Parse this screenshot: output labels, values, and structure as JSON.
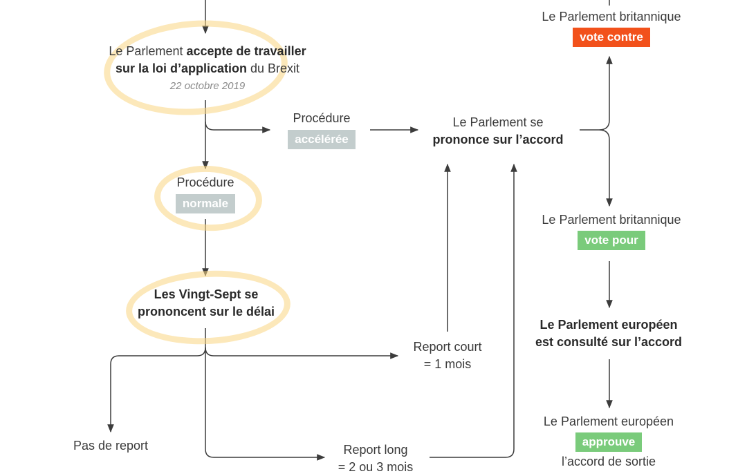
{
  "step_accept": {
    "prefix": "Le Parlement",
    "bold1": "accepte de travailler",
    "bold2": "sur la loi d’application",
    "suffix": "du Brexit",
    "date": "22 octobre 2019"
  },
  "accelerated": {
    "label": "Procédure",
    "badge": "accélérée"
  },
  "normal": {
    "label": "Procédure",
    "badge": "normale"
  },
  "eu27": {
    "line1": "Les Vingt-Sept se",
    "line2": "prononcent sur le délai"
  },
  "parliament_vote": {
    "line1": "Le Parlement se",
    "line2": "prononce sur l’accord"
  },
  "uk_against": {
    "label": "Le Parlement britannique",
    "badge": "vote contre"
  },
  "uk_for": {
    "label": "Le Parlement britannique",
    "badge": "vote pour"
  },
  "ep_consulted": {
    "line1": "Le Parlement européen",
    "line2": "est consulté sur l’accord"
  },
  "ep_approves": {
    "label": "Le Parlement européen",
    "badge": "approuve",
    "tail": "l’accord de sortie"
  },
  "short_delay": {
    "line1": "Report court",
    "line2": "= 1 mois"
  },
  "no_delay": {
    "label": "Pas de report"
  },
  "long_delay": {
    "line1": "Report long",
    "line2": "= 2 ou 3 mois"
  },
  "colors": {
    "line": "#3c3c3c",
    "highlight": "#fad682",
    "grey": "#c3cdcd",
    "red": "#f2511b",
    "green": "#7acb7b"
  }
}
